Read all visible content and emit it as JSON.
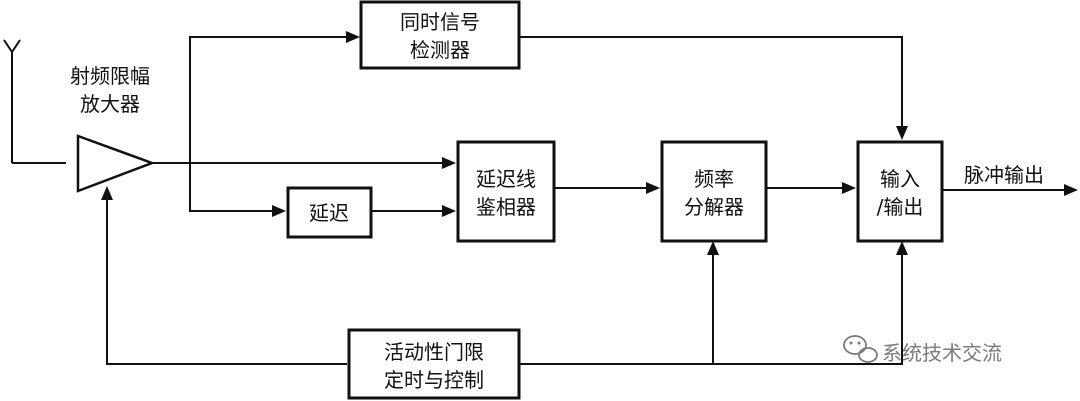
{
  "diagram": {
    "antenna_block": {
      "line1": "射频限幅",
      "line2": "放大器"
    },
    "detector": {
      "line1": "同时信号",
      "line2": "检测器"
    },
    "delay": {
      "label": "延迟"
    },
    "phase_discriminator": {
      "line1": "延迟线",
      "line2": "鉴相器"
    },
    "freq_resolver": {
      "line1": "频率",
      "line2": "分解器"
    },
    "io_block": {
      "line1": "输入",
      "line2": "/输出"
    },
    "output_label": "脉冲输出",
    "gate_control": {
      "line1": "活动性门限",
      "line2": "定时与控制"
    }
  },
  "watermark": {
    "text": "系统技术交流",
    "icon": "wechat-icon"
  }
}
